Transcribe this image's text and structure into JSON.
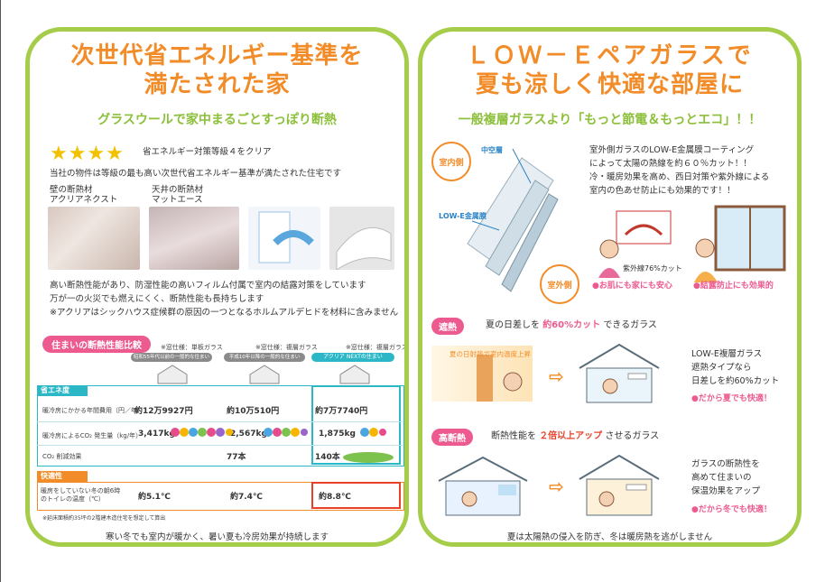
{
  "left": {
    "title_line1": "次世代省エネルギー基準を",
    "title_line2": "満たされた家",
    "subtitle": "グラスウールで家中まるごとすっぽり断熱",
    "stars": "★★★★",
    "star_text": "省エネルギー対策等級４をクリア",
    "intro": "当社の物件は等級の最も高い次世代省エネルギー基準が満たされた住宅です",
    "wall_label1": "壁の断熱材",
    "wall_label2": "アクリアネクスト",
    "ceiling_label1": "天井の断熱材",
    "ceiling_label2": "マットエース",
    "desc1": "高い断熱性能があり、防湿性能の高いフィルム付属で室内の結露対策をしています",
    "desc2": "万が一の火災でも燃えにくく、断熱性能も長持ちします",
    "desc3": "※アクリアはシックハウス症候群の原因の一つとなるホルムアルデヒドを材料に含みません",
    "compare_tag": "住まいの断熱性能比較",
    "headers": [
      "※窓仕様：単板ガラス",
      "※窓仕様：複層ガラス",
      "※窓仕様：複層ガラス"
    ],
    "header_bands": [
      "昭和55年代以前の一般的な住まい",
      "平成10年以降の一般的な住まい",
      "アクリア NEXTの住まい"
    ],
    "energy_tag": "省エネ度",
    "row_labels": [
      "暖冷房にかかる年間費用（円／年）",
      "暖冷房によるCO₂ 発生量（kg/年）",
      "CO₂ 削減効果"
    ],
    "cost": [
      "約12万9927円",
      "約10万510円",
      "約7万7740円"
    ],
    "co2": [
      "3,417kg",
      "2,567kg",
      "1,875kg"
    ],
    "reduce": [
      "",
      "77本",
      "140本"
    ],
    "comfort_tag": "快適性",
    "comfort_label": "暖房をしていない冬の朝6時のトイレの温度（℃）",
    "temps": [
      "約5.1℃",
      "約7.4℃",
      "約8.8℃"
    ],
    "footnote": "※延床面積約35坪の2階建木造住宅を想定して算出",
    "bottom": "寒い冬でも室内が暖かく、暑い夏も冷房効果が持続します"
  },
  "right": {
    "title_line1": "ＬＯＷ－Ｅペアガラスで",
    "title_line2": "夏も涼しく快適な部屋に",
    "subtitle": "一般複層ガラスより「もっと節電＆もっとエコ」！！",
    "bubble_in": "室内側",
    "bubble_out": "室外側",
    "label_air": "中空層",
    "label_metal": "LOW-E金属膜",
    "desc": [
      "室外側ガラスのLOW-E金属膜コーティング",
      "によって太陽の熱線を約６０％カット！！",
      "冷・暖房効果を高め、西日対策や紫外線による",
      "室内の色あせ防止にも効果的です！！"
    ],
    "uv_label": "紫外線76%カット",
    "benefit1": "●お肌にも家にも安心",
    "benefit2": "●結露防止にも効果的",
    "heat_tag": "遮熱",
    "heat_pre": "夏の日差しを",
    "heat_emph": "約60%カット",
    "heat_post": "できるガラス",
    "sun_label": "夏の日射熱で室内温度上昇",
    "heat_desc": [
      "LOW-E複層ガラス",
      "遮熱タイプなら",
      "日差しを約60%カット"
    ],
    "heat_note": "●だから夏でも快適！",
    "insul_tag": "高断熱",
    "insul_pre": "断熱性能を",
    "insul_emph": "２倍以上アップ",
    "insul_post": "させるガラス",
    "insul_desc": [
      "ガラスの断熱性を",
      "高めて住まいの",
      "保温効果をアップ"
    ],
    "insul_note": "●だから冬でも快適！",
    "bottom": "夏は太陽熱の侵入を防ぎ、冬は暖房熱を逃がしません"
  }
}
